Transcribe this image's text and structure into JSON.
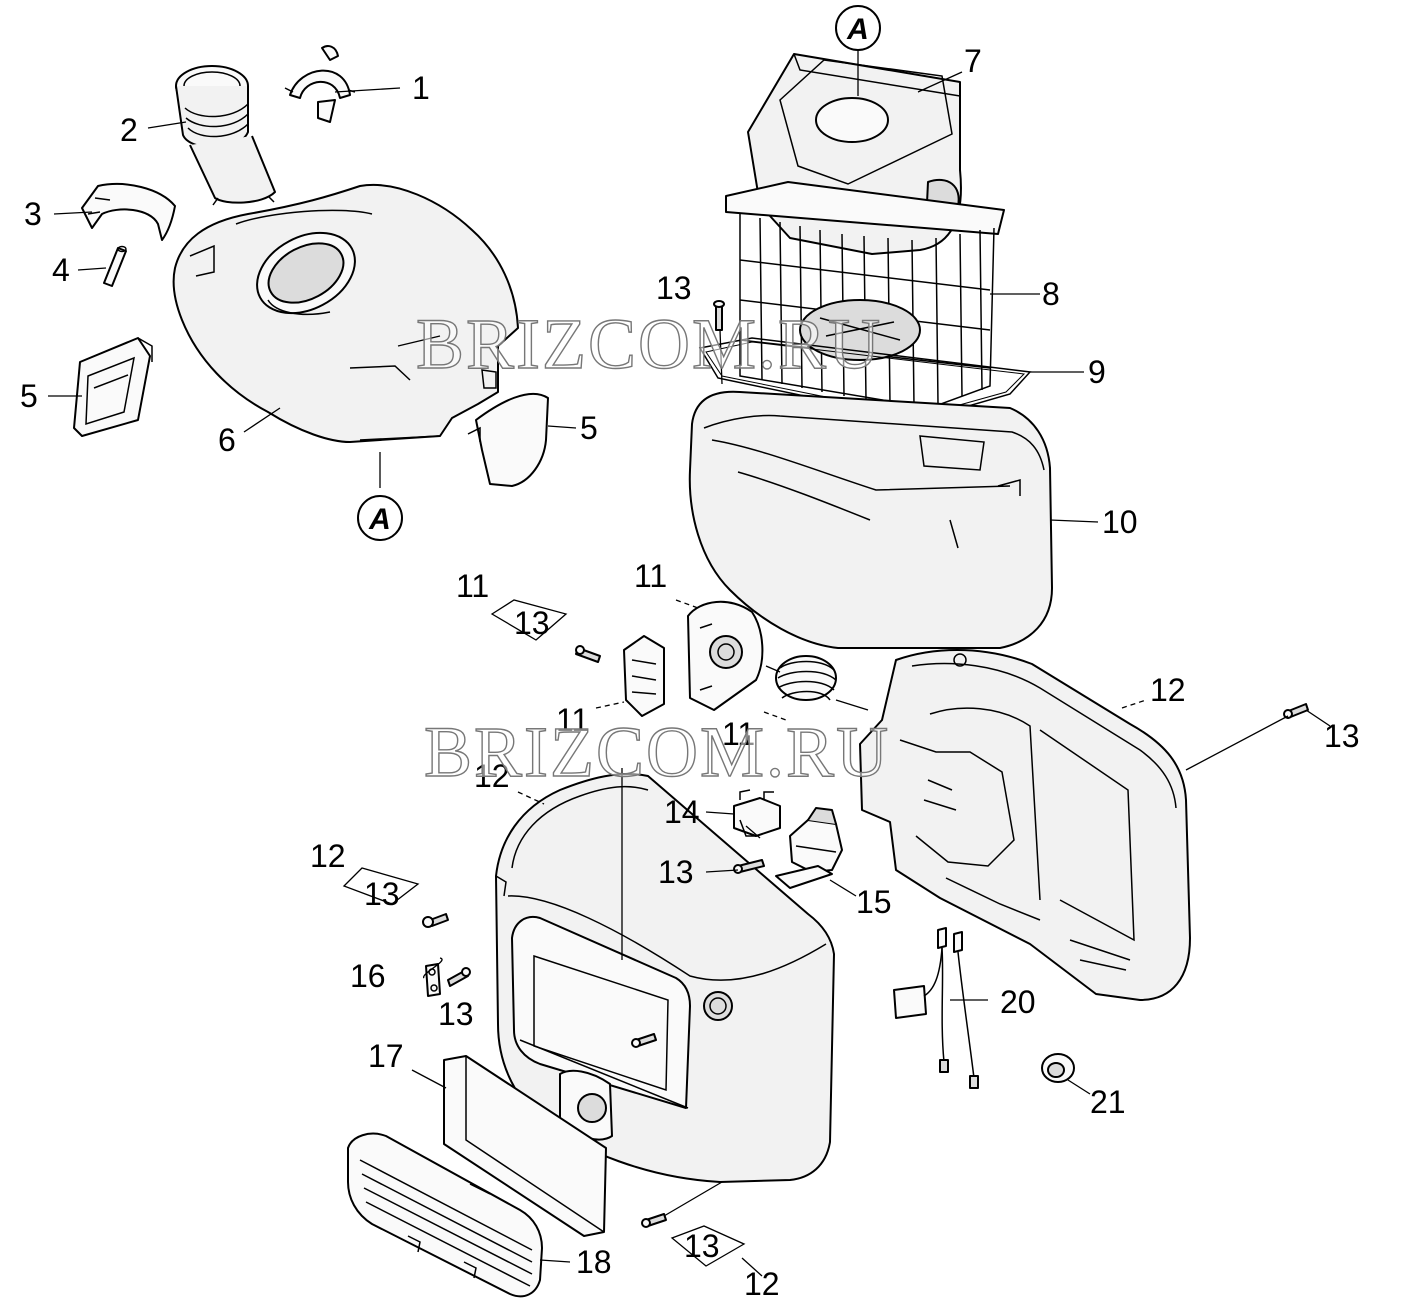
{
  "watermark": "BRIZCOM.RU",
  "references": {
    "a_top": "A",
    "a_bottom": "A"
  },
  "labels": {
    "p1": "1",
    "p2": "2",
    "p3": "3",
    "p4": "4",
    "p5a": "5",
    "p5b": "5",
    "p6": "6",
    "p7": "7",
    "p8": "8",
    "p9": "9",
    "p10": "10",
    "p11a": "11",
    "p13a": "13",
    "p11b": "11",
    "p11c": "11",
    "p11d": "11",
    "p13b": "13",
    "p12a": "12",
    "p13c": "13",
    "p12b": "12",
    "p12c": "12",
    "p13d": "13",
    "p14": "14",
    "p13e": "13",
    "p15": "15",
    "p16": "16",
    "p13f": "13",
    "p17": "17",
    "p18": "18",
    "p13g": "13",
    "p12d": "12",
    "p20": "20",
    "p21": "21"
  }
}
